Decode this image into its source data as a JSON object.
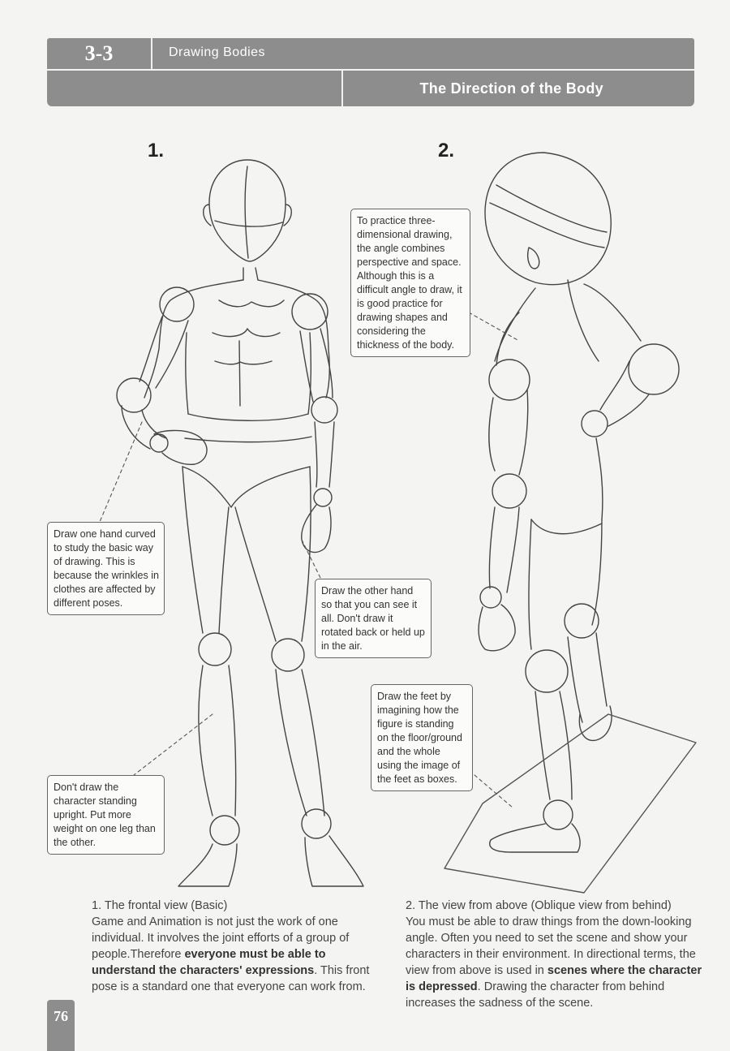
{
  "header": {
    "section_number": "3-3",
    "section_title": "Drawing Bodies",
    "subsection_title": "The Direction of the Body"
  },
  "figures": [
    {
      "number": "1."
    },
    {
      "number": "2."
    }
  ],
  "callouts": {
    "three_dimensional": "To practice three-dimensional drawing, the angle combines perspective and space. Although this is a difficult angle to draw, it is good practice for drawing shapes and considering the thickness of the body.",
    "hand_curved": "Draw one hand curved to study the basic way of drawing. This is because the wrinkles in clothes are affected by different poses.",
    "other_hand": "Draw the other hand so that you can see it all. Don't draw it rotated back or held up in the air.",
    "feet_boxes": "Draw the feet by imagining how the figure is standing on the floor/ground and the whole using the image of the feet as boxes.",
    "not_upright": "Don't draw the character standing upright. Put more weight on one leg than the other."
  },
  "captions": {
    "frontal": {
      "title": "1. The frontal view (Basic)",
      "text1": "Game and Animation is not just the work of one individual. It involves the joint efforts of a group of people.Therefore ",
      "bold1": "everyone must be able to understand the characters' expressions",
      "text2": ". This front pose is a standard one that everyone can work from."
    },
    "above": {
      "title": "2. The view from above (Oblique view from behind)",
      "text1": "You must be able to draw things from the down-looking angle. Often you need to set the scene and show your characters in their environment. In directional terms, the view from above is used in ",
      "bold1": "scenes where the character is depressed",
      "text2": ". Drawing the character from behind increases the sadness of the scene."
    }
  },
  "page_number": "76"
}
